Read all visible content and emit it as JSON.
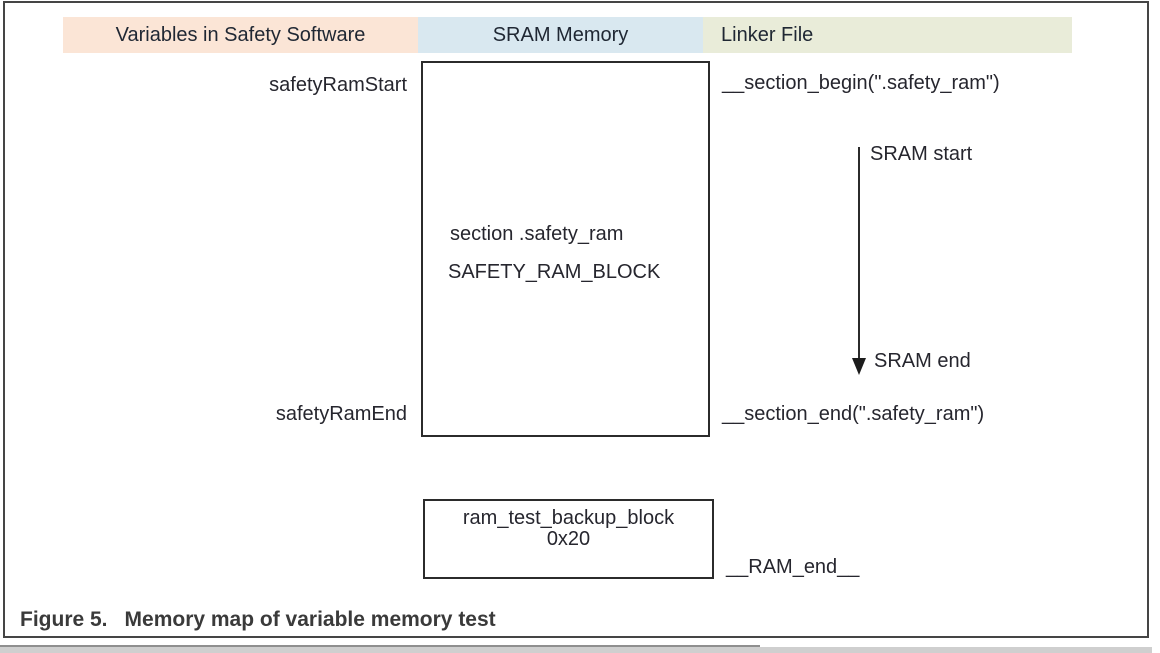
{
  "figure": {
    "columns": [
      {
        "id": "variables",
        "label": "Variables in Safety Software",
        "bg": "#fbe5d6"
      },
      {
        "id": "sram",
        "label": "SRAM Memory",
        "bg": "#d9e8f0"
      },
      {
        "id": "linker",
        "label": "Linker File",
        "bg": "#e9ecd9"
      }
    ],
    "safety_software_labels": {
      "ram_start": "safetyRamStart",
      "ram_end": "safetyRamEnd"
    },
    "sram_box": {
      "line1": "section .safety_ram",
      "line2": "SAFETY_RAM_BLOCK"
    },
    "backup_box": {
      "line1": "ram_test_backup_block",
      "line2": "0x20"
    },
    "linker_labels": {
      "section_begin": "__section_begin(\".safety_ram\")",
      "section_end": "__section_end(\".safety_ram\")",
      "ram_end": "__RAM_end__"
    },
    "arrow": {
      "start_label": "SRAM start",
      "end_label": "SRAM end"
    },
    "caption": {
      "prefix": "Figure 5.",
      "title": "Memory map of variable memory test"
    },
    "colors": {
      "frame_border": "#454545",
      "box_border": "#2b2b2b",
      "text": "#26262e",
      "header_variables_bg": "#fbe5d6",
      "header_sram_bg": "#d9e8f0",
      "header_linker_bg": "#e9ecd9"
    }
  }
}
